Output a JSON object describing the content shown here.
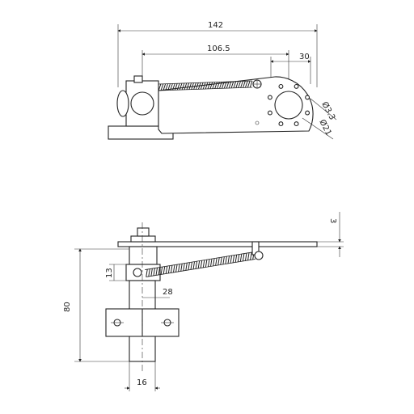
{
  "dimensions": {
    "overall_length": "142",
    "spring_length": "106.5",
    "hole_offset": "30",
    "small_hole_dia": "Ø3.3",
    "large_hole_dia": "Ø21",
    "plate_thickness": "3",
    "overall_height": "80",
    "spring_height": "13",
    "clamp_width": "28",
    "shaft_dia": "16"
  }
}
